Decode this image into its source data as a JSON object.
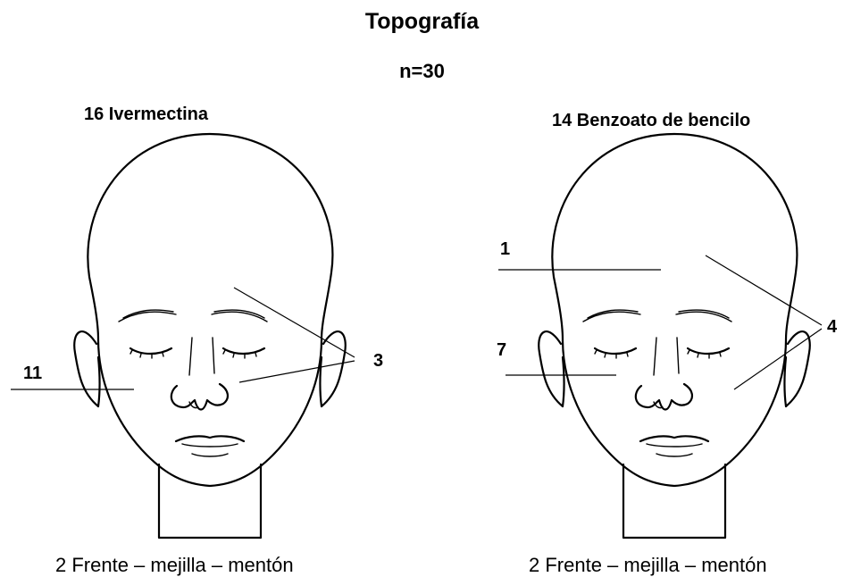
{
  "title": "Topografía",
  "subtitle": "n=30",
  "groups": [
    {
      "label": "16  Ivermectina",
      "annotations": [
        {
          "id": "cheek",
          "value": "11"
        },
        {
          "id": "forehead-cheek",
          "value": "3"
        }
      ],
      "note": "2  Frente – mejilla – mentón"
    },
    {
      "label": "14  Benzoato de bencilo",
      "annotations": [
        {
          "id": "forehead",
          "value": "1"
        },
        {
          "id": "cheek",
          "value": "7"
        },
        {
          "id": "forehead-cheek",
          "value": "4"
        }
      ],
      "note": "2  Frente – mejilla – mentón"
    }
  ]
}
